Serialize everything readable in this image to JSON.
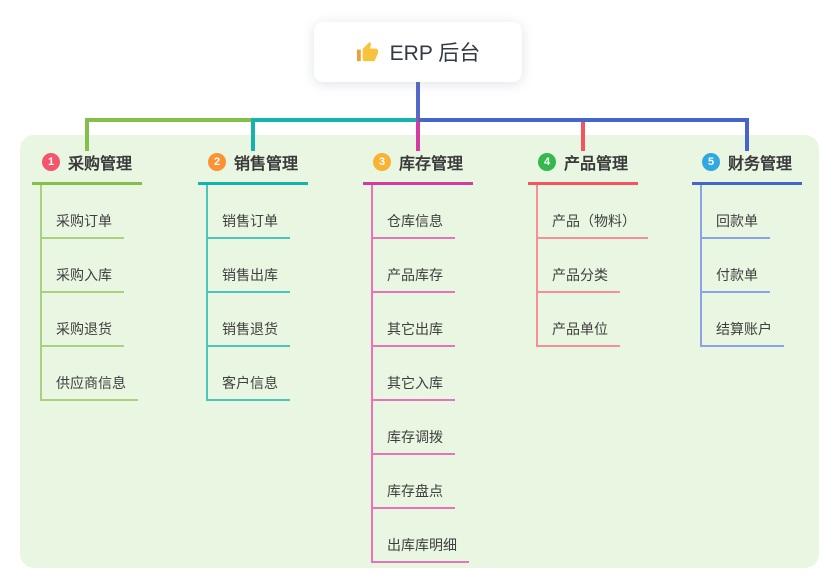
{
  "canvas": {
    "background": "#ffffff",
    "panel_color": "#e9f6e2",
    "root_line_color": "#5569c9"
  },
  "root": {
    "label": "ERP 后台",
    "icon": "thumbs-up-icon",
    "icon_color": "#f9c23c"
  },
  "branches": [
    {
      "index": "1",
      "label": "采购管理",
      "color": "#84bf4b",
      "child_color": "#a9d27f",
      "badge_color": "#f3566b",
      "children": [
        "采购订单",
        "采购入库",
        "采购退货",
        "供应商信息"
      ]
    },
    {
      "index": "2",
      "label": "销售管理",
      "color": "#14b3ac",
      "child_color": "#4ec4bd",
      "badge_color": "#fb9335",
      "children": [
        "销售订单",
        "销售出库",
        "销售退货",
        "客户信息"
      ]
    },
    {
      "index": "3",
      "label": "库存管理",
      "color": "#d23ba0",
      "child_color": "#e873bd",
      "badge_color": "#f9b234",
      "children": [
        "仓库信息",
        "产品库存",
        "其它出库",
        "其它入库",
        "库存调拨",
        "库存盘点",
        "出库库明细"
      ]
    },
    {
      "index": "4",
      "label": "产品管理",
      "color": "#f4545f",
      "child_color": "#f78f96",
      "badge_color": "#35b94e",
      "children": [
        "产品（物料）",
        "产品分类",
        "产品单位"
      ]
    },
    {
      "index": "5",
      "label": "财务管理",
      "color": "#4565c8",
      "child_color": "#8ba3e2",
      "badge_color": "#30a8e0",
      "children": [
        "回款单",
        "付款单",
        "结算账户"
      ]
    }
  ]
}
